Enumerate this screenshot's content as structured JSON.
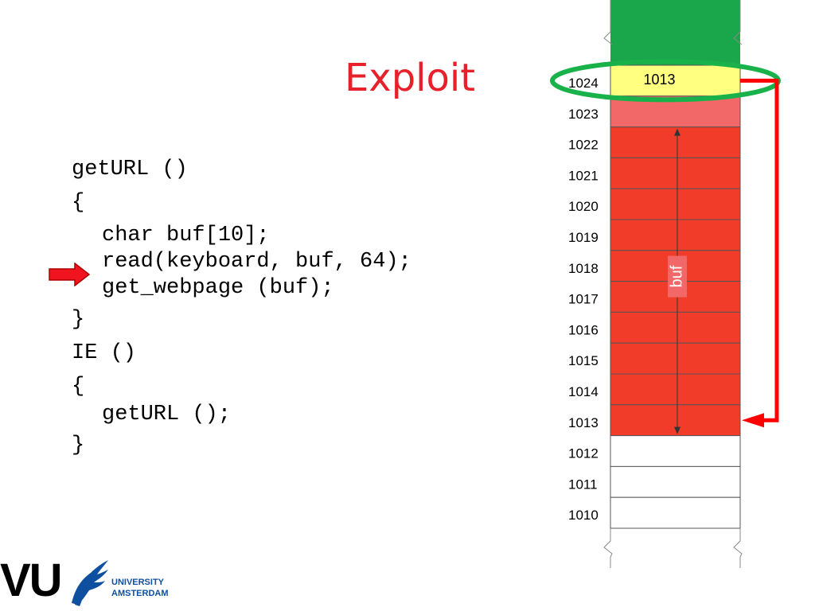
{
  "slide": {
    "title": "Exploit"
  },
  "code": {
    "lines": [
      "getURL ()",
      "{",
      "char buf[10];",
      "read(keyboard, buf, 64);",
      "get_webpage (buf);",
      "}",
      "IE ()",
      "{",
      "getURL ();",
      "}"
    ],
    "current_line_index": 3
  },
  "stack": {
    "cells": [
      {
        "address": "1024",
        "content": "1013",
        "state": "return-address"
      },
      {
        "address": "1023",
        "content": "",
        "state": "saved-frame"
      },
      {
        "address": "1022",
        "content": "",
        "state": "overflowed"
      },
      {
        "address": "1021",
        "content": "",
        "state": "overflowed"
      },
      {
        "address": "1020",
        "content": "",
        "state": "overflowed"
      },
      {
        "address": "1019",
        "content": "",
        "state": "overflowed"
      },
      {
        "address": "1018",
        "content": "",
        "state": "overflowed"
      },
      {
        "address": "1017",
        "content": "",
        "state": "overflowed"
      },
      {
        "address": "1016",
        "content": "",
        "state": "overflowed"
      },
      {
        "address": "1015",
        "content": "",
        "state": "overflowed"
      },
      {
        "address": "1014",
        "content": "",
        "state": "overflowed"
      },
      {
        "address": "1013",
        "content": "",
        "state": "overflowed"
      },
      {
        "address": "1012",
        "content": "",
        "state": "empty"
      },
      {
        "address": "1011",
        "content": "",
        "state": "empty"
      },
      {
        "address": "1010",
        "content": "",
        "state": "empty"
      }
    ],
    "buffer_label": "buf",
    "return_target_address": "1013"
  },
  "colors": {
    "title": "#e8202a",
    "frame_above": "#1aa64a",
    "return_address": "#ffff80",
    "saved_frame": "#f26868",
    "overflowed": "#f23c2a",
    "highlight_ellipse": "#19b24a",
    "jump_arrow": "#ff0000",
    "logo_blue": "#0e4fa0"
  },
  "logo": {
    "mark": "VU",
    "line1": "UNIVERSITY",
    "line2": "AMSTERDAM"
  }
}
